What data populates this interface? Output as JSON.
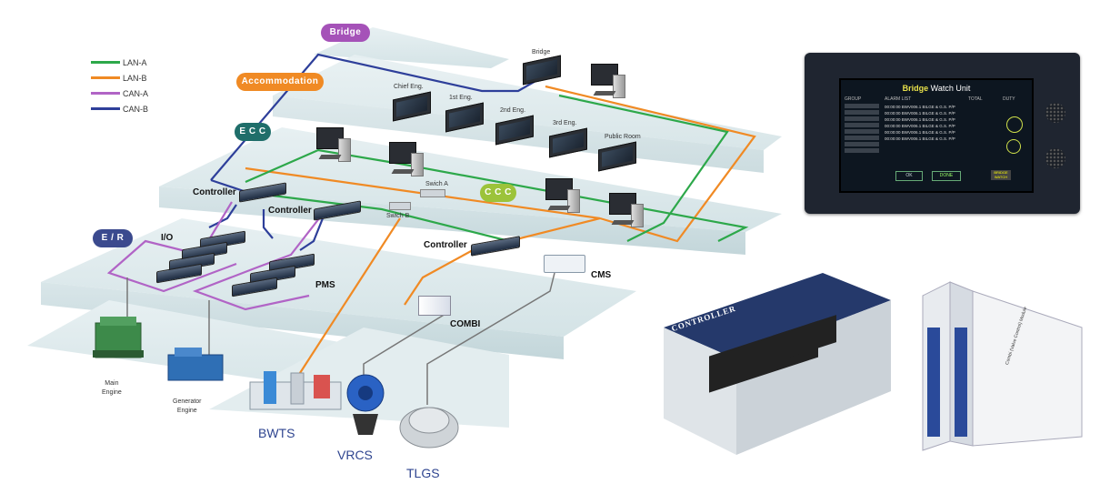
{
  "legend": [
    {
      "label": "LAN-A",
      "color": "#2da84a"
    },
    {
      "label": "LAN-B",
      "color": "#f08a24"
    },
    {
      "label": "CAN-A",
      "color": "#b164c6"
    },
    {
      "label": "CAN-B",
      "color": "#2e3f9a"
    }
  ],
  "zones": {
    "bridge": "Bridge",
    "accommodation": "Accommodation",
    "ecc": "E C C",
    "ccc": "C C C",
    "er": "E / R"
  },
  "zone_colors": {
    "bridge": "#a552b8",
    "accommodation": "#f08a24",
    "ecc": "#1f6e6a",
    "ccc": "#9cc33a",
    "er": "#3b4a8e"
  },
  "monitors": {
    "bridge": "Bridge",
    "chief": "Chief Eng.",
    "first": "1st Eng.",
    "second": "2nd Eng.",
    "third": "3rd Eng.",
    "public": "Public Room"
  },
  "nodes": {
    "controller1": "Controller",
    "controller2": "Controller",
    "controller3": "Controller",
    "switch_a": "Swich A",
    "switch_b": "Swich B",
    "io": "I/O",
    "pms": "PMS",
    "combi": "COMBI",
    "cms": "CMS"
  },
  "equipment": {
    "main_engine": "Main\nEngine",
    "generator_engine": "Generator\nEngine",
    "bwts": "BWTS",
    "vrcs": "VRCS",
    "tlgs": "TLGS"
  },
  "bridge_watch": {
    "title_main": "Bridge",
    "title_sub": "Watch Unit",
    "group_header": "GROUP",
    "alarm_header": "ALARM LIST",
    "total_header": "TOTAL",
    "duty_header": "DUTY",
    "alarm_rows": [
      "00:00:00 BWV006.1 BILGE & G.S. P/P",
      "00:00:00 BWV006.1 BILGE & G.S. P/P",
      "00:00:00 BWV006.1 BILGE & G.S. P/P",
      "00:00:00 BWV006.1 BILGE & G.S. P/P",
      "00:00:00 BWV006.1 BILGE & G.S. P/P",
      "00:00:00 BWV006.1 BILGE & G.S. P/P"
    ],
    "btn_ok": "OK",
    "btn_done": "DONE",
    "btn_bridge_watch": "BRIDGE WATCH"
  },
  "products": {
    "controller_label": "CONTROLLER",
    "combi_title": "Combi (Valve Control) Module"
  }
}
